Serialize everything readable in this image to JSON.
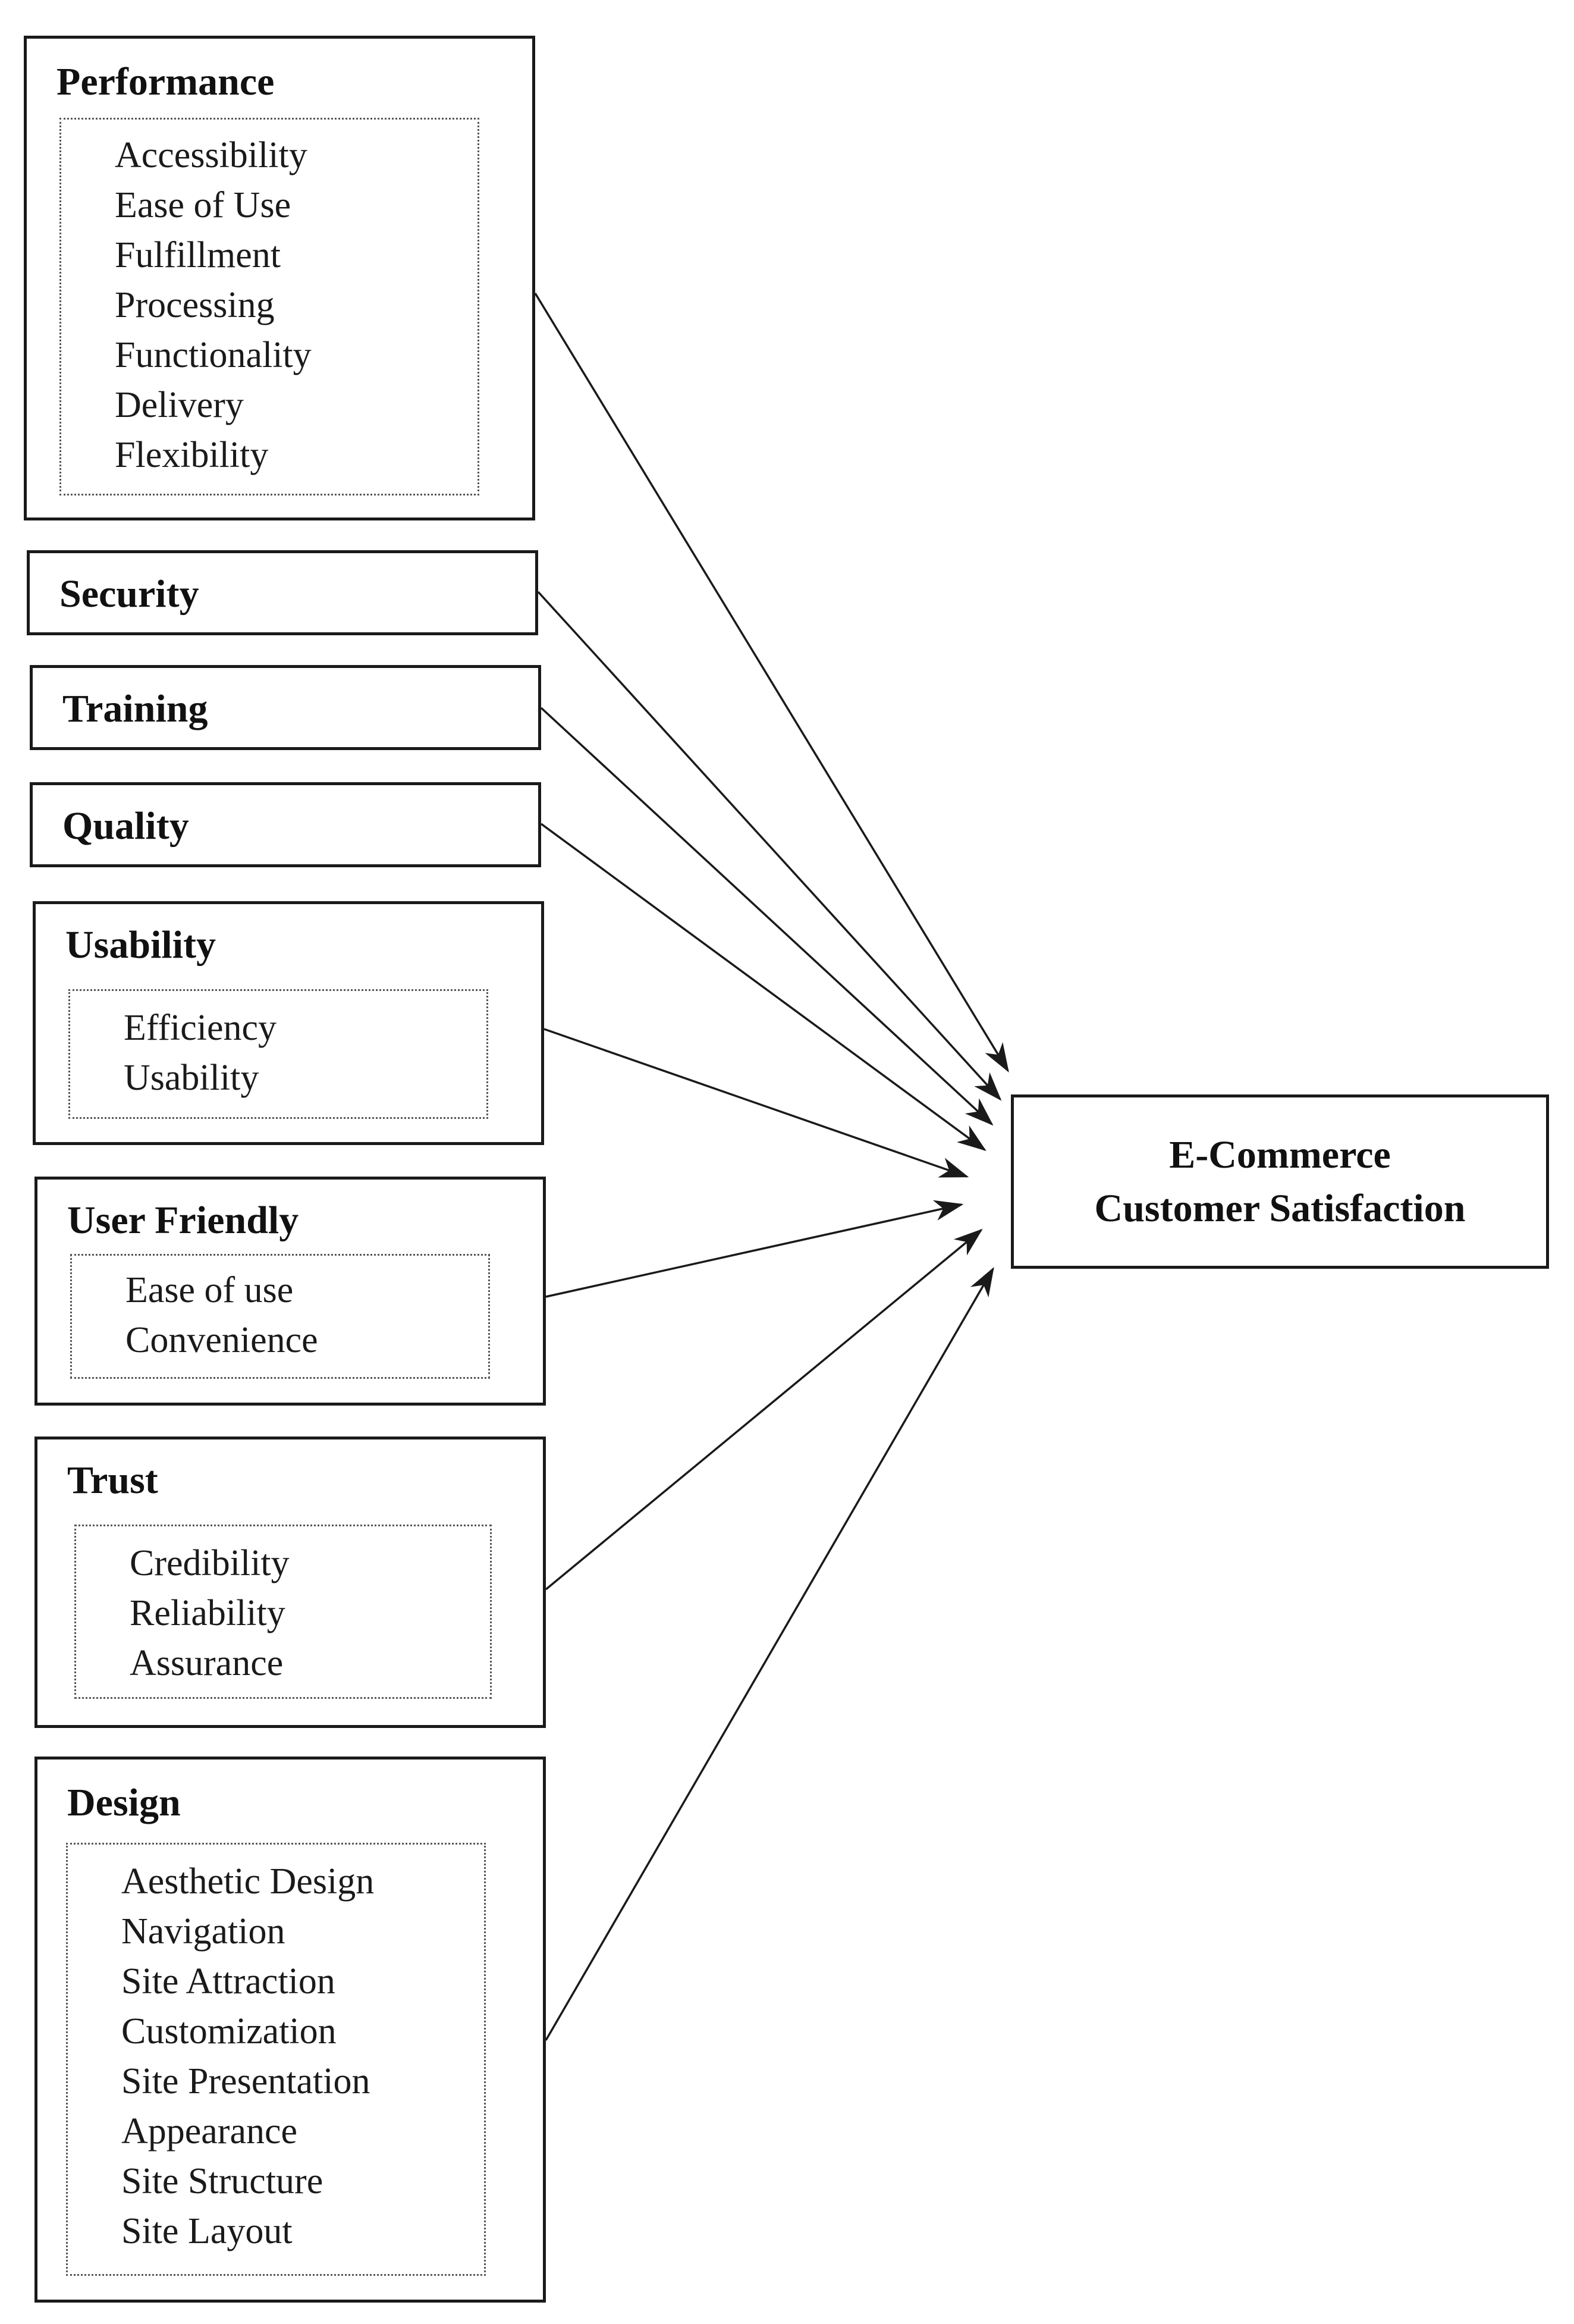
{
  "factors": [
    {
      "id": "performance",
      "title": "Performance",
      "items": [
        "Accessibility",
        "Ease of Use",
        "Fulfillment",
        "Processing",
        "Functionality",
        "Delivery",
        "Flexibility"
      ]
    },
    {
      "id": "security",
      "title": "Security",
      "items": []
    },
    {
      "id": "training",
      "title": "Training",
      "items": []
    },
    {
      "id": "quality",
      "title": "Quality",
      "items": []
    },
    {
      "id": "usability",
      "title": "Usability",
      "items": [
        "Efficiency",
        "Usability"
      ]
    },
    {
      "id": "user-friendly",
      "title": "User Friendly",
      "items": [
        "Ease of use",
        "Convenience"
      ]
    },
    {
      "id": "trust",
      "title": "Trust",
      "items": [
        "Credibility",
        "Reliability",
        "Assurance"
      ]
    },
    {
      "id": "design",
      "title": "Design",
      "items": [
        "Aesthetic Design",
        "Navigation",
        "Site Attraction",
        "Customization",
        "Site Presentation",
        "Appearance",
        "Site Structure",
        "Site Layout"
      ]
    }
  ],
  "target": {
    "line1": "E-Commerce",
    "line2": "Customer Satisfaction"
  },
  "colors": {
    "line": "#1a1a1a",
    "background": "#ffffff"
  }
}
